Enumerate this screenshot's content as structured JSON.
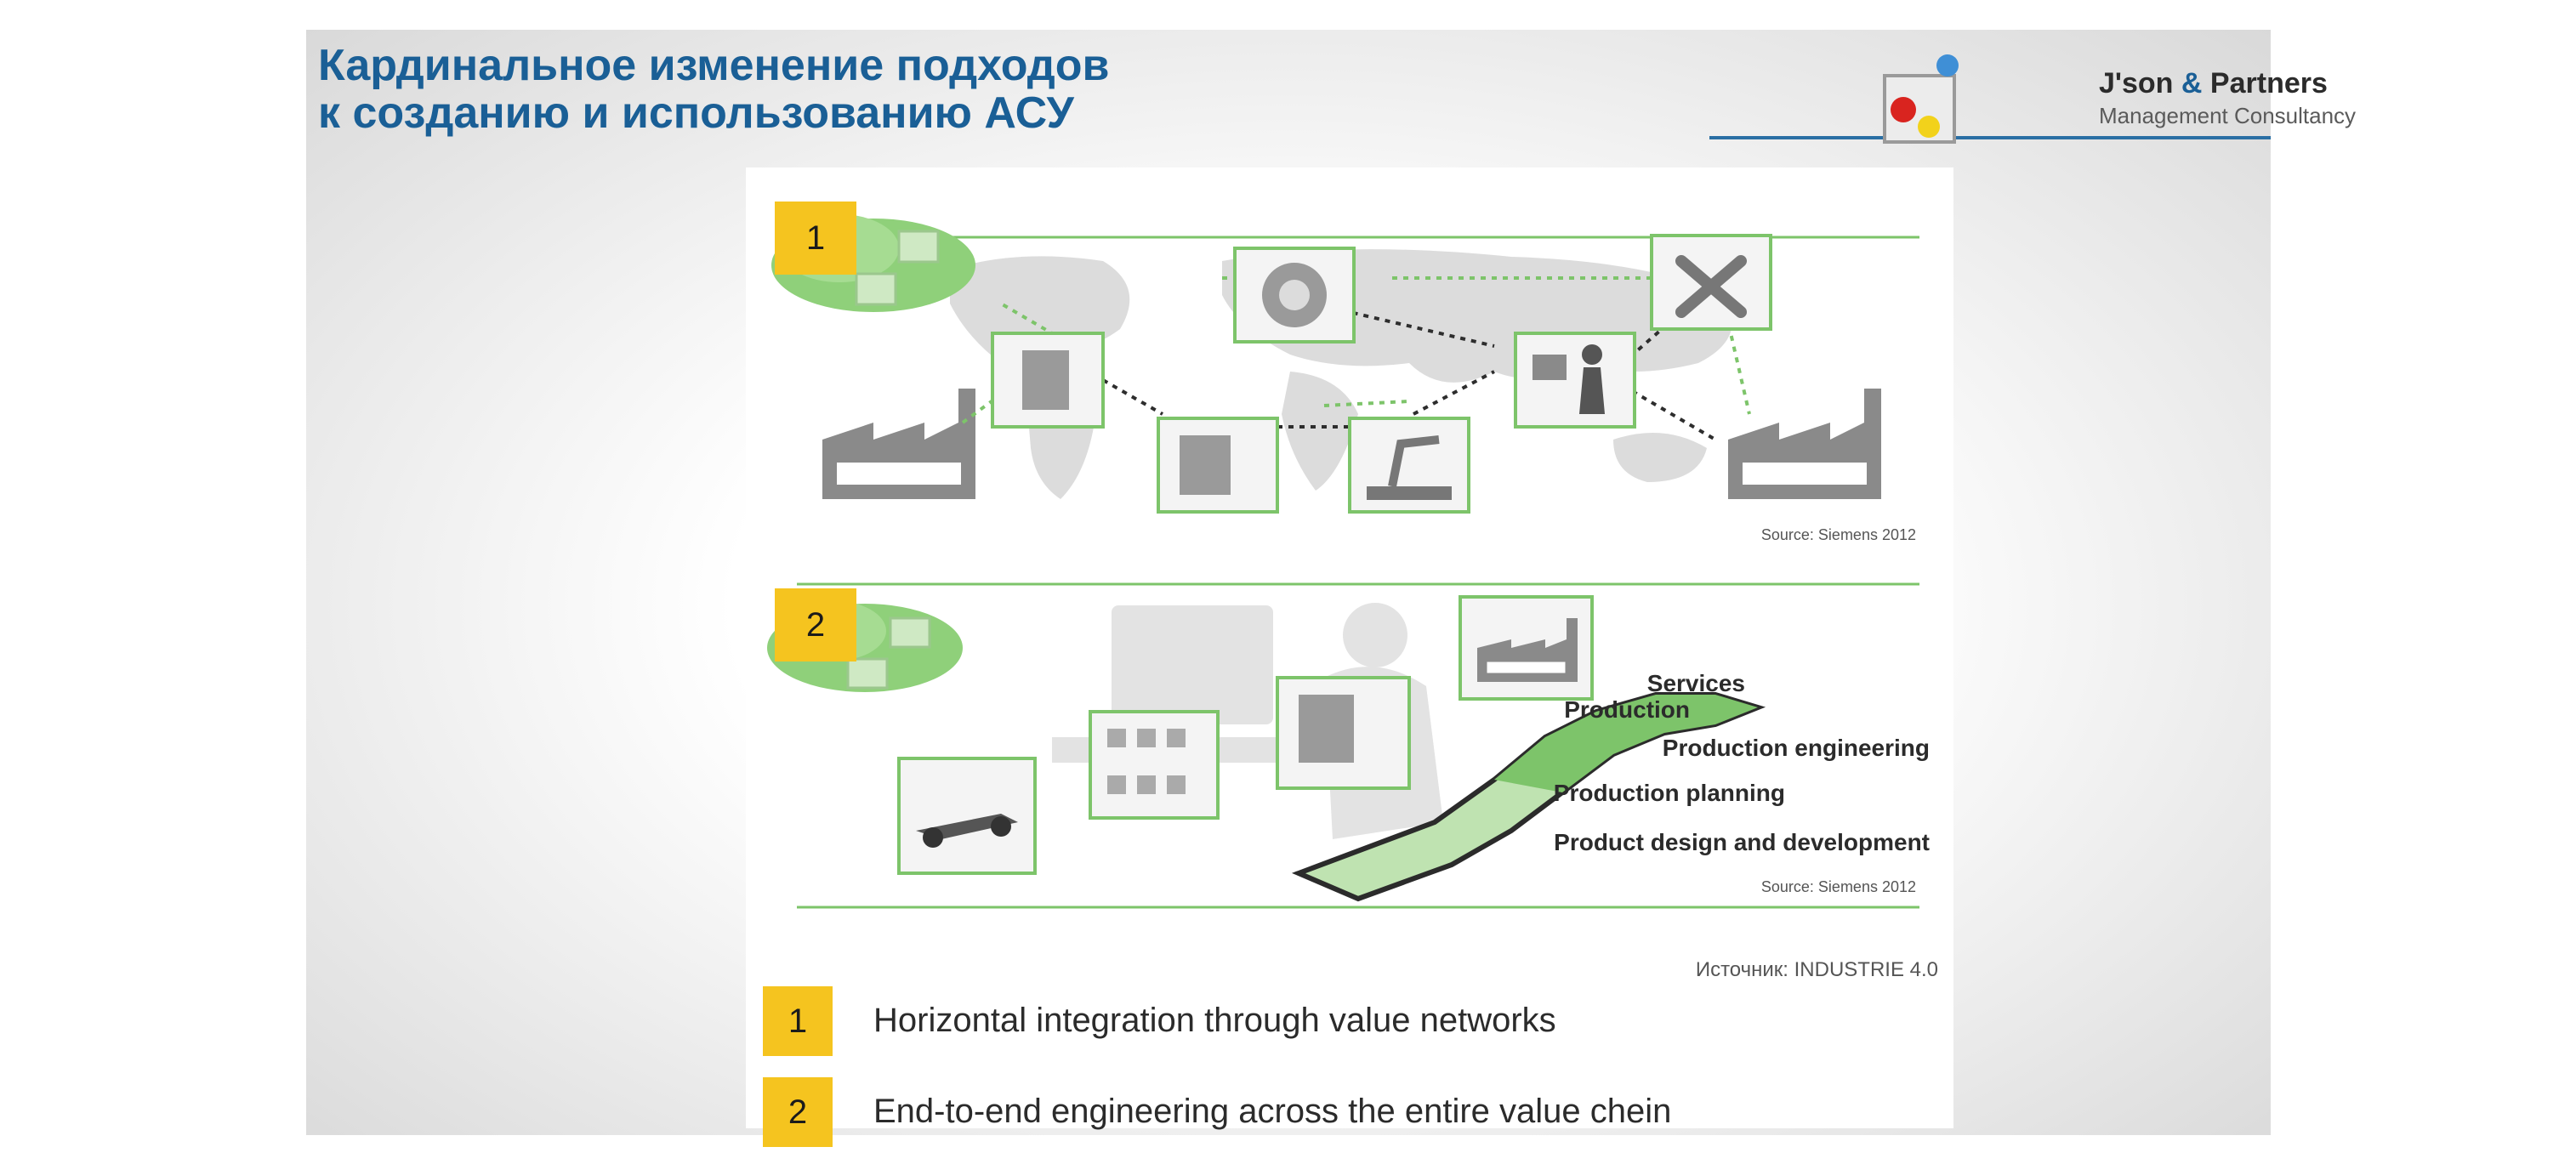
{
  "title": {
    "line1": "Кардинальное изменение подходов",
    "line2": "к созданию и использованию АСУ"
  },
  "logo": {
    "name_part1": "J'son",
    "name_amp": "&",
    "name_part2": "Partners",
    "subtitle": "Management Consultancy"
  },
  "diagram1": {
    "badge": "1",
    "source": "Source: Siemens 2012"
  },
  "diagram2": {
    "badge": "2",
    "source": "Source: Siemens 2012",
    "stages": [
      "Services",
      "Production",
      "Production engineering",
      "Production planning",
      "Product design and development"
    ]
  },
  "caption_source": "Источник: INDUSTRIE 4.0",
  "legend": [
    {
      "number": "1",
      "text": "Horizontal integration through value networks"
    },
    {
      "number": "2",
      "text": "End-to-end engineering across  the entire value chein"
    }
  ],
  "colors": {
    "title": "#1a5f96",
    "badge": "#f5c41f",
    "green": "#7dc46a",
    "accent_line": "#2a6fa4"
  }
}
